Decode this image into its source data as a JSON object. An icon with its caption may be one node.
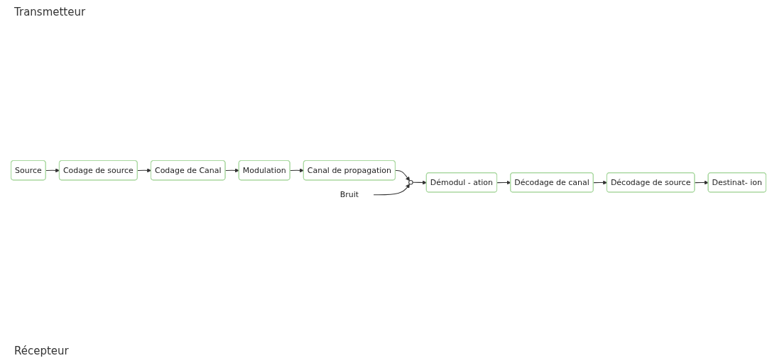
{
  "diagram": {
    "nodes": [
      {
        "text": [
          "Source"
        ]
      },
      {
        "text": [
          "Codage de source"
        ]
      },
      {
        "text": [
          "Codage de Canal"
        ]
      },
      {
        "text": [
          "Modulation"
        ]
      },
      {
        "text": [
          "Canal de propagation"
        ]
      },
      {
        "text": [
          "Bruit"
        ]
      },
      {
        "text": [],
        "shape": "circle"
      },
      {
        "text": [
          "Démodul - ation"
        ]
      },
      {
        "text": [
          "Décodage de canal"
        ]
      },
      {
        "text": [
          "Décodage de source"
        ]
      },
      {
        "text": [
          "Destinat- ion"
        ]
      }
    ],
    "edges": [
      {
        "from": 0,
        "to": 1,
        "arrow": "to"
      },
      {
        "from": 1,
        "to": 2,
        "arrow": "to"
      },
      {
        "from": 2,
        "to": 3,
        "arrow": "to"
      },
      {
        "from": 3,
        "to": 4,
        "arrow": "to"
      },
      {
        "from": 4,
        "to": 6,
        "arrow": "to"
      },
      {
        "from": 5,
        "to": 6,
        "arrow": "to"
      },
      {
        "from": 6,
        "to": 7,
        "arrow": "to"
      },
      {
        "from": 7,
        "to": 8,
        "arrow": "to"
      },
      {
        "from": 8,
        "to": 9,
        "arrow": "to"
      },
      {
        "from": 9,
        "to": 10,
        "arrow": "to"
      }
    ],
    "labels": [
      "Transmetteur",
      "Récepteur"
    ]
  }
}
